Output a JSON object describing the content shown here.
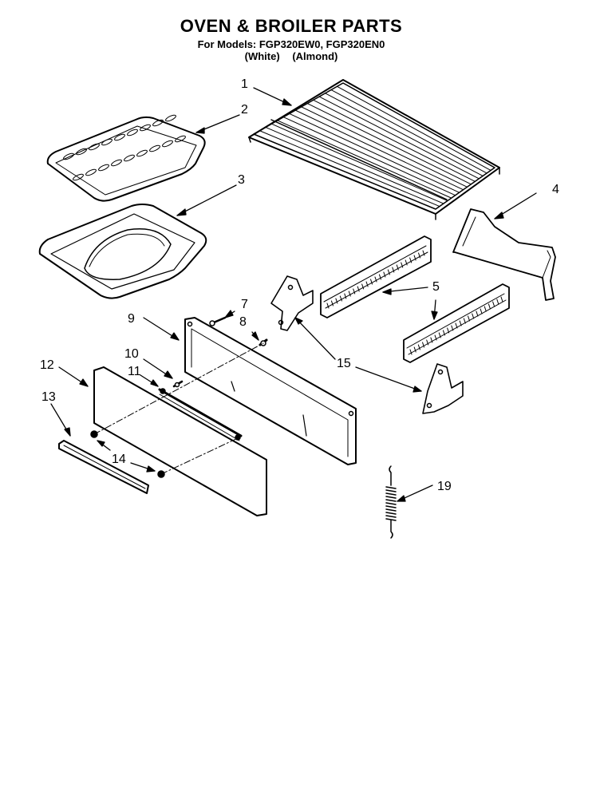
{
  "header": {
    "title": "OVEN & BROILER PARTS",
    "models": "For Models: FGP320EW0, FGP320EN0",
    "color_white": "(White)",
    "color_almond": "(Almond)"
  },
  "callouts": [
    "1",
    "2",
    "3",
    "4",
    "5",
    "5",
    "7",
    "8",
    "9",
    "10",
    "11",
    "12",
    "13",
    "14",
    "15",
    "19"
  ]
}
